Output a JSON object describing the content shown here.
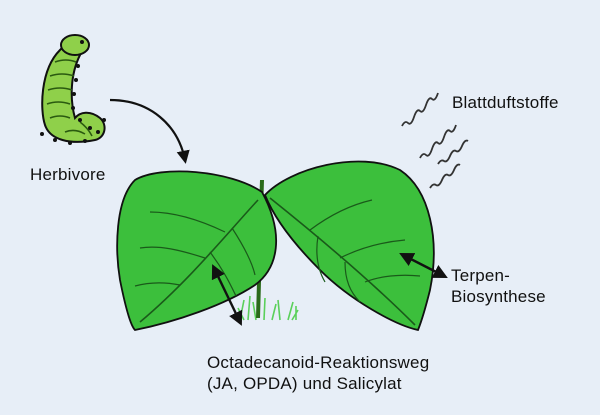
{
  "labels": {
    "herbivore": "Herbivore",
    "blattduftstoffe": "Blattduftstoffe",
    "terpen_line1": "Terpen-",
    "terpen_line2": "Biosynthese",
    "octa_line1": "Octadecanoid-Reaktionsweg",
    "octa_line2": "(JA, OPDA) und Salicylat"
  },
  "colors": {
    "background": "#e7eef7",
    "leaf": "#3cbf3c",
    "caterpillar": "#8fd04a",
    "ink": "#111111"
  }
}
